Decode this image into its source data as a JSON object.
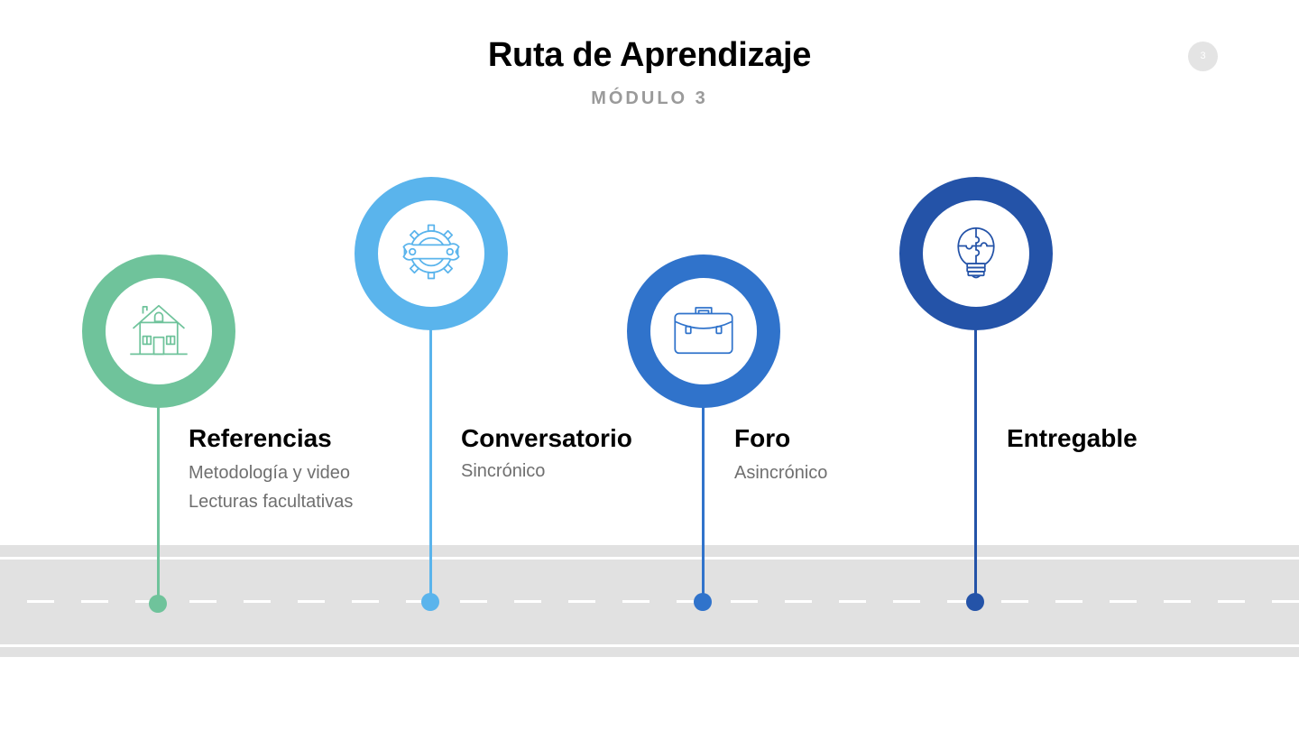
{
  "header": {
    "title": "Ruta de Aprendizaje",
    "subtitle": "MÓDULO 3",
    "page_number": "3"
  },
  "steps": [
    {
      "title": "Referencias",
      "lines": [
        "Metodología y video",
        "Lecturas facultativas"
      ],
      "color": "#6fc39b",
      "icon": "house-icon"
    },
    {
      "title": "Conversatorio",
      "lines": [
        "Sincrónico"
      ],
      "color": "#5ab4ec",
      "icon": "gear-wrench-icon"
    },
    {
      "title": "Foro",
      "lines": [
        "Asincrónico"
      ],
      "color": "#3073cb",
      "icon": "briefcase-icon"
    },
    {
      "title": "Entregable",
      "lines": [],
      "color": "#2453a8",
      "icon": "lightbulb-puzzle-icon"
    }
  ],
  "road": {
    "color": "#e1e1e1",
    "marking_color": "#ffffff"
  }
}
